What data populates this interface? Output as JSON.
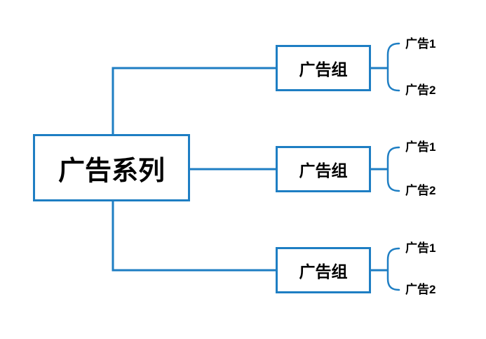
{
  "diagram": {
    "root_label": "广告系列",
    "groups": [
      {
        "label": "广告组",
        "ads": [
          "广告1",
          "广告2"
        ]
      },
      {
        "label": "广告组",
        "ads": [
          "广告1",
          "广告2"
        ]
      },
      {
        "label": "广告组",
        "ads": [
          "广告1",
          "广告2"
        ]
      }
    ],
    "colors": {
      "line": "#1E7EC3",
      "text": "#000000",
      "background": "#FFFFFF"
    }
  }
}
